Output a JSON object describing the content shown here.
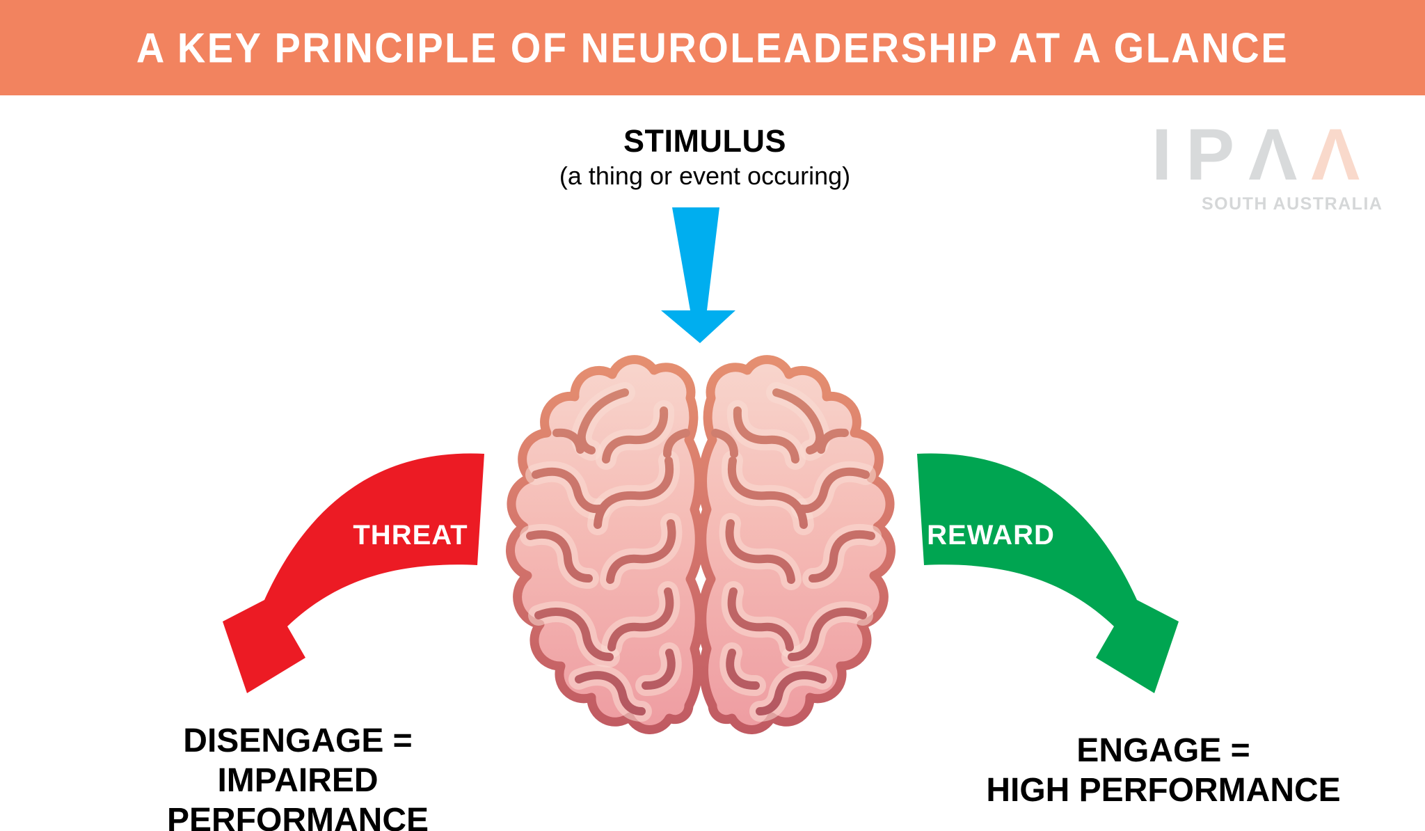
{
  "banner": {
    "title": "A KEY PRINCIPLE OF NEUROLEADERSHIP AT A GLANCE",
    "bg_color": "#F2835F",
    "text_color": "#FFFFFF"
  },
  "stimulus": {
    "label": "STIMULUS",
    "sublabel": "(a thing or event occuring)",
    "arrow_color": "#00AEEF"
  },
  "pathways": {
    "threat": {
      "label": "THREAT",
      "arrow_color": "#EC1B24",
      "outcome_line1": "DISENGAGE =",
      "outcome_line2": "IMPAIRED PERFORMANCE"
    },
    "reward": {
      "label": "REWARD",
      "arrow_color": "#00A551",
      "outcome_line1": "ENGAGE =",
      "outcome_line2": "HIGH PERFORMANCE"
    }
  },
  "brain": {
    "fill_top": "#F8D7CE",
    "fill_bottom": "#EE9CA1",
    "outline_top": "#E69070",
    "outline_bottom": "#C05A62",
    "sulci_top": "#D68A74",
    "sulci_bottom": "#B25560"
  },
  "logo": {
    "wordmark_gray": "IPΛ",
    "wordmark_accent": "Λ",
    "subtext": "SOUTH AUSTRALIA",
    "gray_color": "#D8DADB",
    "accent_color": "#F9D9CB"
  }
}
